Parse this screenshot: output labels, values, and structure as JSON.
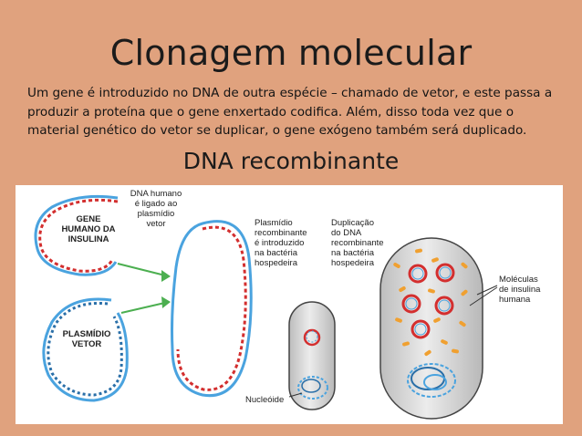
{
  "slide": {
    "title": "Clonagem molecular",
    "paragraph": "Um gene é introduzido no DNA de outra espécie – chamado de vetor, e  este passa a produzir a proteína que o gene enxertado codifica. Além, disso toda vez que o material genético do vetor se duplicar, o gene exógeno também será duplicado.",
    "subtitle": "DNA recombinante"
  },
  "figure": {
    "labels": {
      "gene": "GENE\nHUMANO DA\nINSULINA",
      "plasmid": "PLASMÍDIO\nVETOR",
      "dna_linked": "DNA humano\né ligado ao\nplasmídio\nvetor",
      "plasmid_introduced": "Plasmídio\nrecombinante\né introduzido\nna bactéria\nhospedeira",
      "duplication": "Duplicação\ndo DNA\nrecombinante\nna bactéria\nhospedeira",
      "insulin": "Moléculas\nde insulina\nhumana",
      "nucleoid": "Nucleóide"
    },
    "colors": {
      "dna_red": "#d32f2f",
      "dna_blue": "#4aa3df",
      "cell_fill": "#d9d9d9",
      "insulin_orange": "#f0a030",
      "arrow_green": "#4caf50"
    }
  }
}
